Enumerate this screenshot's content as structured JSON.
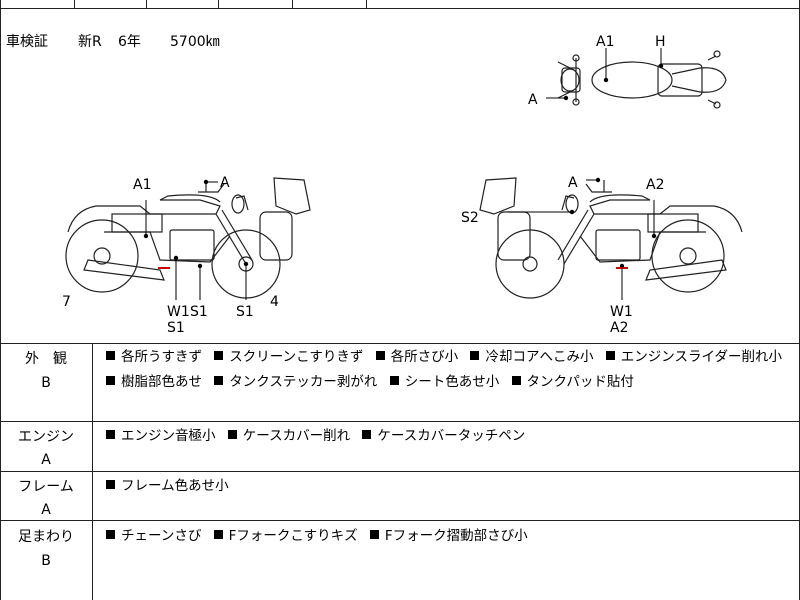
{
  "header": {
    "inspection_label": "車検証",
    "registration": "新R",
    "years": "6年",
    "mileage": "5700㎞"
  },
  "diagram_labels": {
    "top": [
      "A1",
      "H",
      "A"
    ],
    "left": [
      "A1",
      "A",
      "7",
      "W1",
      "S1",
      "S1",
      "S1",
      "4"
    ],
    "right": [
      "A",
      "A2",
      "S2",
      "W1",
      "A2"
    ]
  },
  "sections": [
    {
      "title": "外　観",
      "grade": "B",
      "items": [
        "各所うすきず",
        "スクリーンこすりきず",
        "各所さび小",
        "冷却コアへこみ小",
        "エンジンスライダー削れ小",
        "樹脂部色あせ",
        "タンクステッカー剥がれ",
        "シート色あせ小",
        "タンクパッド貼付"
      ]
    },
    {
      "title": "エンジン",
      "grade": "A",
      "items": [
        "エンジン音極小",
        "ケースカバー削れ",
        "ケースカバータッチペン"
      ]
    },
    {
      "title": "フレーム",
      "grade": "A",
      "items": [
        "フレーム色あせ小"
      ]
    },
    {
      "title": "足まわり",
      "grade": "B",
      "items": [
        "チェーンさび",
        "Fフォークこすりキズ",
        "Fフォーク摺動部さび小"
      ]
    }
  ],
  "colors": {
    "line": "#222222",
    "marker": "#cc0000"
  }
}
